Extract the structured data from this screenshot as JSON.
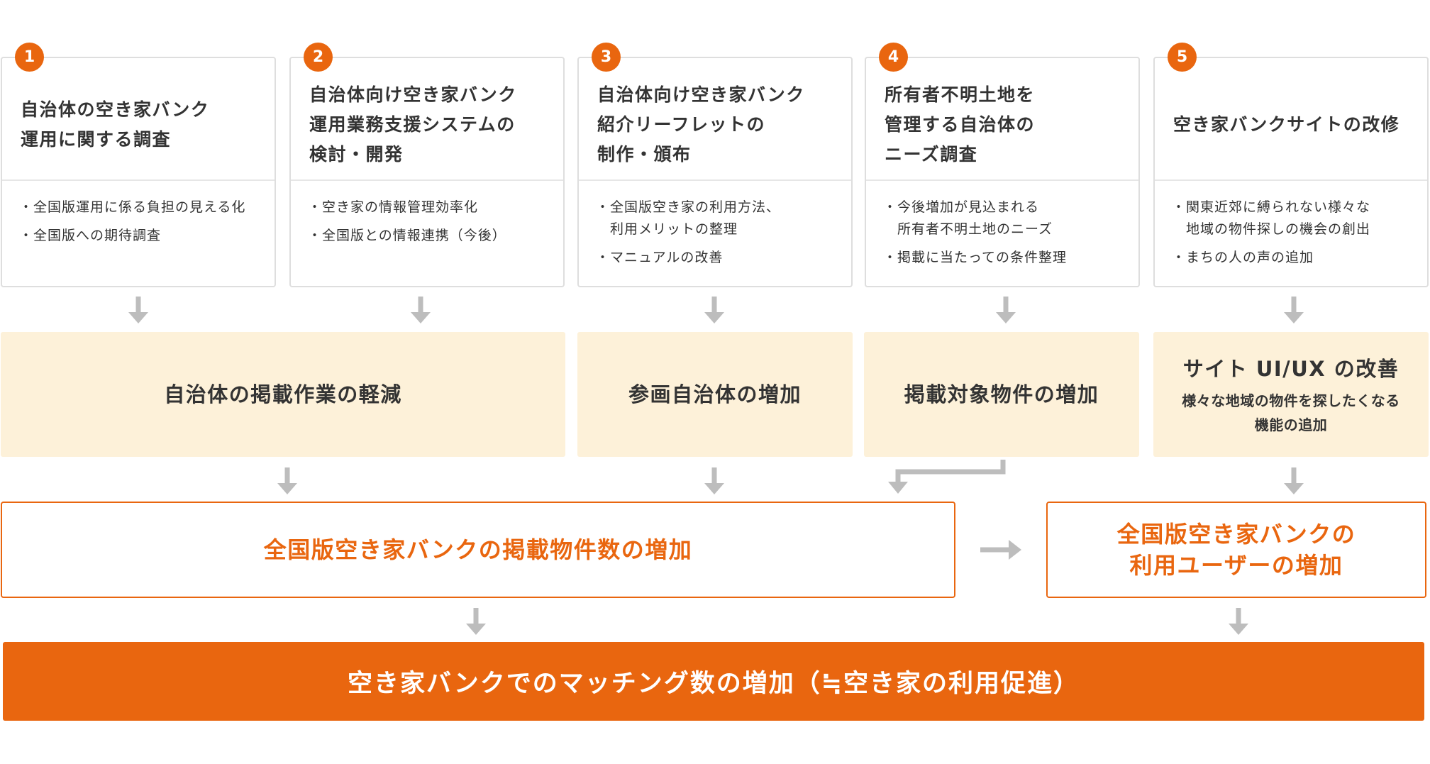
{
  "colors": {
    "accent": "#e9660f",
    "highlight_bg": "#fdf1d9",
    "arrow": "#bdbdbd",
    "card_border": "#dedede",
    "text": "#333333"
  },
  "steps": [
    {
      "number": "1",
      "title": "自治体の空き家バンク\n運用に関する調査",
      "bullets": [
        "全国版運用に係る負担の見える化",
        "全国版への期待調査"
      ]
    },
    {
      "number": "2",
      "title": "自治体向け空き家バンク\n運用業務支援システムの\n検討・開発",
      "bullets": [
        "空き家の情報管理効率化",
        "全国版との情報連携（今後）"
      ]
    },
    {
      "number": "3",
      "title": "自治体向け空き家バンク\n紹介リーフレットの\n制作・頒布",
      "bullets": [
        "全国版空き家の利用方法、\n利用メリットの整理",
        "マニュアルの改善"
      ]
    },
    {
      "number": "4",
      "title": "所有者不明土地を\n管理する自治体の\nニーズ調査",
      "bullets": [
        "今後増加が見込まれる\n所有者不明土地のニーズ",
        "掲載に当たっての条件整理"
      ]
    },
    {
      "number": "5",
      "title": "空き家バンクサイトの改修",
      "bullets": [
        "関東近郊に縛られない様々な\n地域の物件探しの機会の創出",
        "まちの人の声の追加"
      ]
    }
  ],
  "outcomes": [
    {
      "label": "自治体の掲載作業の軽減"
    },
    {
      "label": "参画自治体の増加"
    },
    {
      "label": "掲載対象物件の増加"
    },
    {
      "label": "サイト UI/UX の改善",
      "sub": "様々な地域の物件を探したくなる\n機能の追加"
    }
  ],
  "results": [
    {
      "label": "全国版空き家バンクの掲載物件数の増加"
    },
    {
      "label": "全国版空き家バンクの\n利用ユーザーの増加"
    }
  ],
  "goal": {
    "label": "空き家バンクでのマッチング数の増加（≒空き家の利用促進）"
  }
}
